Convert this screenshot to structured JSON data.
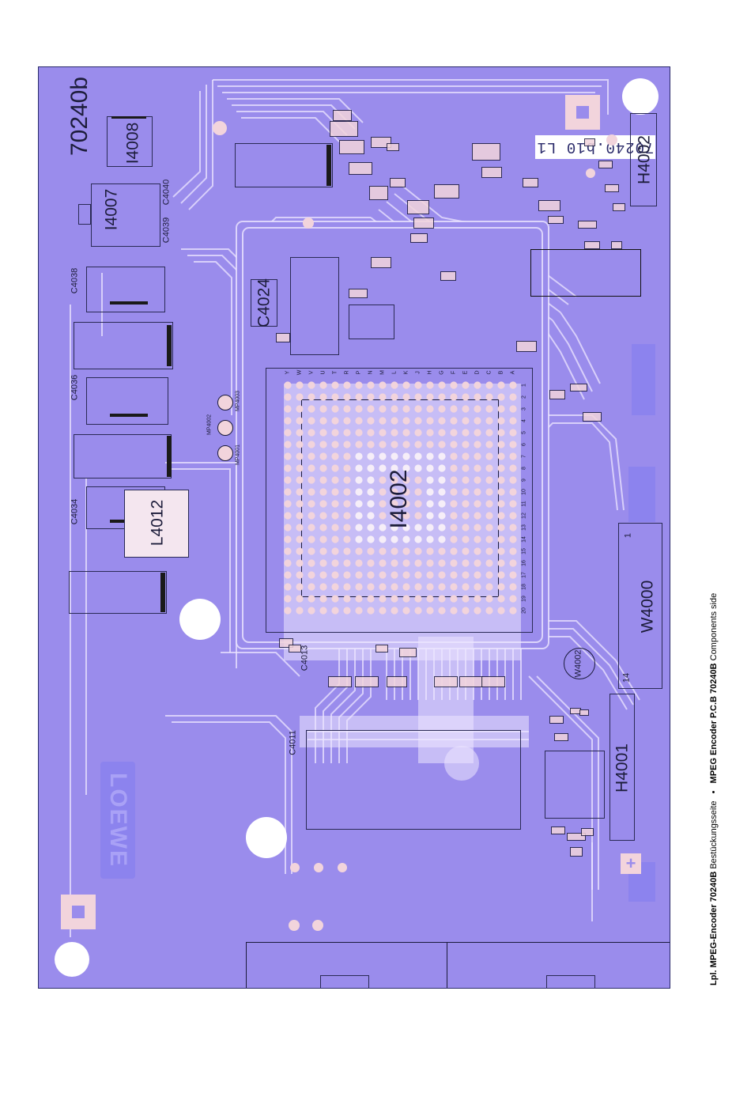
{
  "board": {
    "title": "70240b",
    "revision_label": "70240.b10 L1",
    "logo_text": "LOEWE"
  },
  "components": {
    "i4008": "I4008",
    "i4007": "I4007",
    "c4040": "C4040",
    "c4039": "C4039",
    "c4038": "C4038",
    "c4036": "C4036",
    "c4034": "C4034",
    "c4024": "C4024",
    "l4012": "L4012",
    "i4002": "I4002",
    "c4013": "C4013",
    "c4011": "C4011",
    "w4000": "W4000",
    "w4002": "W4002",
    "h4001": "H4001",
    "h4002": "H4002",
    "mp4001": "MP4001",
    "mp4002": "MP4002",
    "mp4003": "MP4003",
    "w4000_pin_first": "1",
    "w4000_pin_last": "14"
  },
  "bga": {
    "row_letters": [
      "A",
      "B",
      "C",
      "D",
      "E",
      "F",
      "G",
      "H",
      "J",
      "K",
      "L",
      "M",
      "N",
      "P",
      "R",
      "T",
      "U",
      "V",
      "W",
      "Y"
    ],
    "col_numbers": [
      "1",
      "2",
      "3",
      "4",
      "5",
      "6",
      "7",
      "8",
      "9",
      "10",
      "11",
      "12",
      "13",
      "14",
      "15",
      "16",
      "17",
      "18",
      "19",
      "20"
    ]
  },
  "caption": {
    "main_de": "Lpl. MPEG-Encoder 70240B",
    "sub_de": "Bestückungsseite",
    "separator": "•",
    "main_en": "MPEG Encoder P.C.B 70240B",
    "sub_en": "Components side"
  },
  "colors": {
    "board": "#9a8cec",
    "trace": "#ece6ff",
    "pad": "#f2d4dc",
    "silkscreen": "#1c1c3a"
  }
}
